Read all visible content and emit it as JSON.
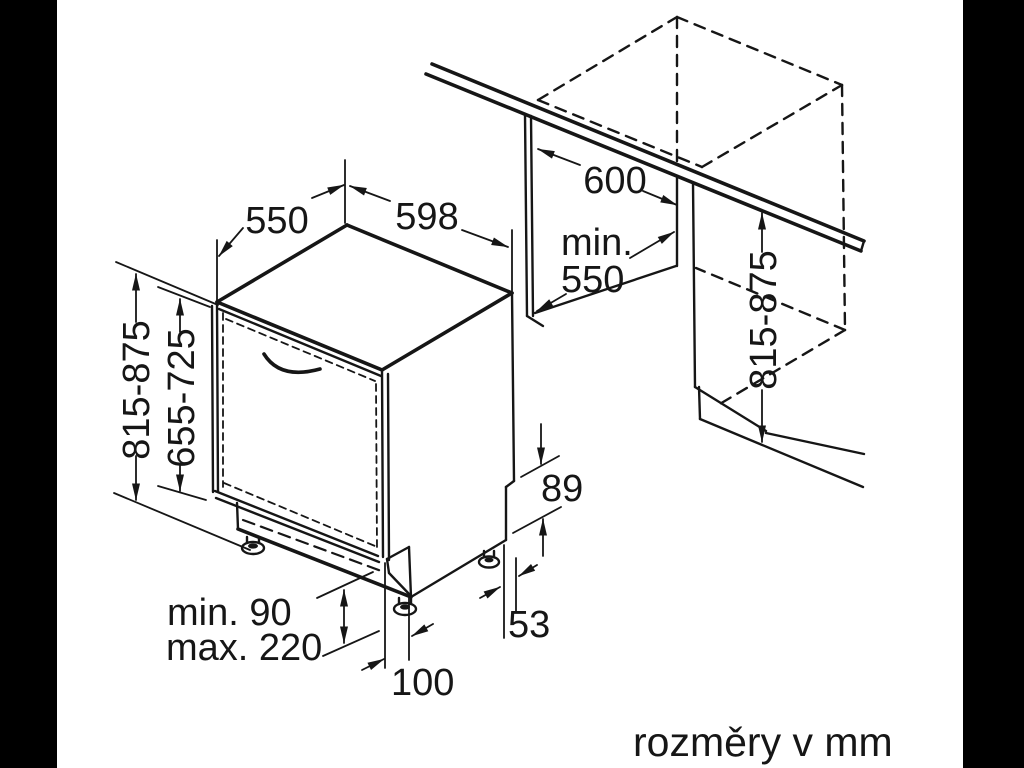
{
  "diagram": {
    "caption": "rozměry v mm",
    "labels": {
      "top_depth": "550",
      "appliance_width": "598",
      "niche_width": "600",
      "niche_depth_prefix": "min.",
      "niche_depth_value": "550",
      "appliance_height_range": "815-875",
      "door_panel_height_range": "655-725",
      "niche_height_range": "815-875",
      "rear_foot_height": "89",
      "side_offset": "53",
      "plinth_min": "min. 90",
      "plinth_max": "max. 220",
      "foot_inset": "100"
    }
  }
}
